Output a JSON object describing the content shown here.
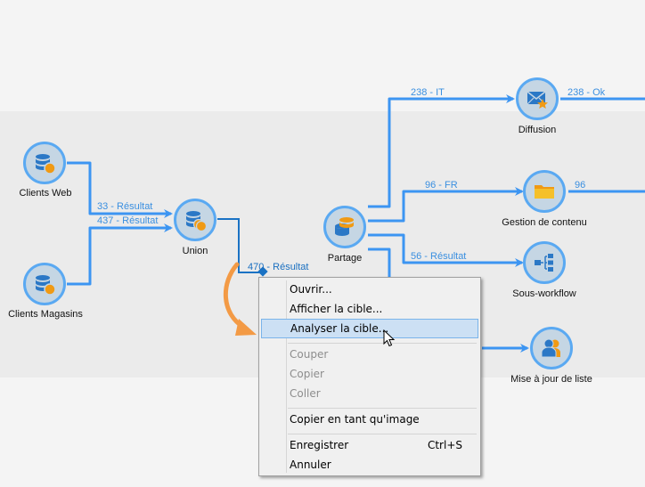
{
  "canvas": {
    "colors": {
      "wire": "#3c95f2",
      "wire_selected": "#1a72c4",
      "node_fill": "#c5d6e4",
      "node_border": "#5aa9f2",
      "icon_blue": "#2b78c6",
      "icon_orange": "#f09a14",
      "arrow_orange": "#f39a45"
    },
    "nodes": [
      {
        "id": "clients-web",
        "label": "Clients Web",
        "icon": "database-query-icon"
      },
      {
        "id": "clients-magasins",
        "label": "Clients Magasins",
        "icon": "database-query-icon"
      },
      {
        "id": "union",
        "label": "Union",
        "icon": "database-union-icon"
      },
      {
        "id": "partage",
        "label": "Partage",
        "icon": "database-split-icon"
      },
      {
        "id": "diffusion",
        "label": "Diffusion",
        "icon": "envelope-star-icon"
      },
      {
        "id": "gestion-contenu",
        "label": "Gestion de contenu",
        "icon": "folder-icon"
      },
      {
        "id": "sous-workflow",
        "label": "Sous-workflow",
        "icon": "sub-workflow-icon"
      },
      {
        "id": "mise-a-jour-liste",
        "label": "Mise à jour de liste",
        "icon": "users-icon"
      }
    ],
    "transitions": [
      {
        "from": "clients-web",
        "to": "union",
        "label": "33 - Résultat"
      },
      {
        "from": "clients-magasins",
        "to": "union",
        "label": "437 - Résultat"
      },
      {
        "from": "union",
        "to": "partage",
        "label": "470 - Résultat",
        "selected": true
      },
      {
        "from": "partage",
        "to": "diffusion",
        "label": "238 - IT"
      },
      {
        "from": "diffusion",
        "to": "",
        "label": "238 - Ok"
      },
      {
        "from": "partage",
        "to": "gestion-contenu",
        "label": "96 - FR"
      },
      {
        "from": "gestion-contenu",
        "to": "",
        "label": "96"
      },
      {
        "from": "partage",
        "to": "sous-workflow",
        "label": "56 - Résultat"
      },
      {
        "from": "partage",
        "to": "mise-a-jour-liste",
        "label": ""
      }
    ]
  },
  "context_menu": {
    "items": [
      {
        "label": "Ouvrir...",
        "enabled": true
      },
      {
        "label": "Afficher la cible...",
        "enabled": true
      },
      {
        "label": "Analyser la cible...",
        "enabled": true,
        "hovered": true
      },
      {
        "label": "Couper",
        "enabled": false
      },
      {
        "label": "Copier",
        "enabled": false
      },
      {
        "label": "Coller",
        "enabled": false
      },
      {
        "label": "Copier en tant qu'image",
        "enabled": true
      },
      {
        "label": "Enregistrer",
        "enabled": true,
        "shortcut": "Ctrl+S"
      },
      {
        "label": "Annuler",
        "enabled": true
      }
    ]
  }
}
